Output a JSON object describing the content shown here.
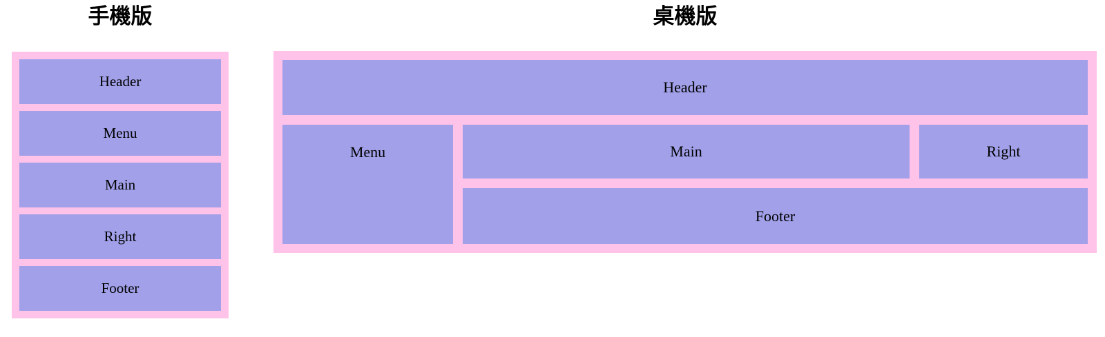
{
  "colors": {
    "container_pink": "#ffc2e9",
    "box_purple": "#a1a0e9",
    "text": "#000000",
    "background": "#ffffff"
  },
  "mobile": {
    "title": "手機版",
    "boxes": [
      {
        "label": "Header"
      },
      {
        "label": "Menu"
      },
      {
        "label": "Main"
      },
      {
        "label": "Right"
      },
      {
        "label": "Footer"
      }
    ]
  },
  "desktop": {
    "title": "桌機版",
    "areas": {
      "header": "Header",
      "menu": "Menu",
      "main": "Main",
      "right": "Right",
      "footer": "Footer"
    }
  }
}
